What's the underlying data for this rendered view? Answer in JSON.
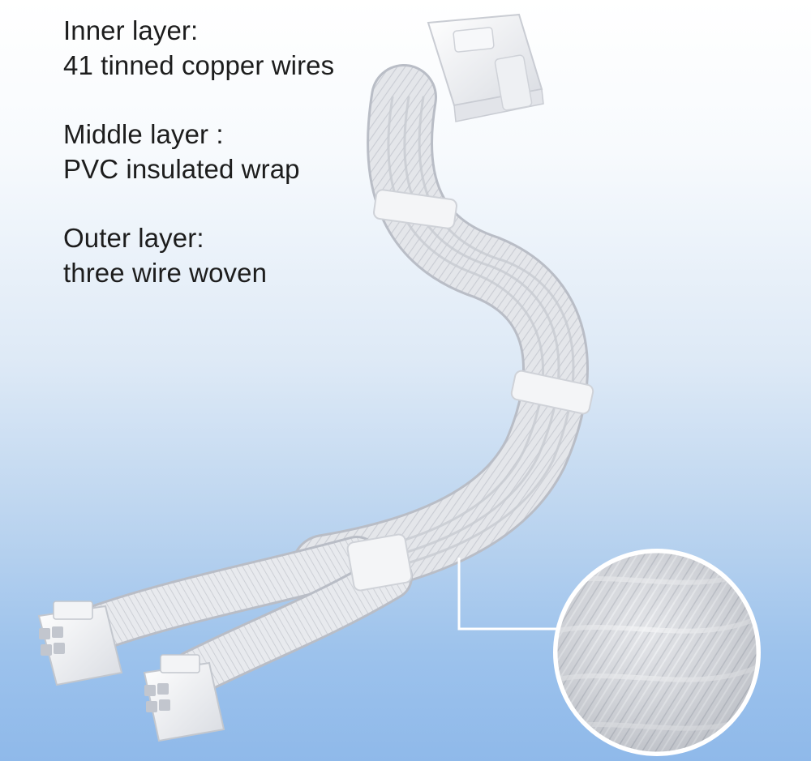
{
  "specs": [
    {
      "title": "Inner layer:",
      "detail": "41 tinned copper wires"
    },
    {
      "title": "Middle layer :",
      "detail": "PVC insulated wrap"
    },
    {
      "title": "Outer layer:",
      "detail": "three wire woven"
    }
  ],
  "colors": {
    "background_top": "#ffffff",
    "background_bottom": "#8fb9ea",
    "cable_sleeve": "#e6e8ec",
    "connector": "#f0f1f3",
    "callout_line": "#ffffff"
  }
}
